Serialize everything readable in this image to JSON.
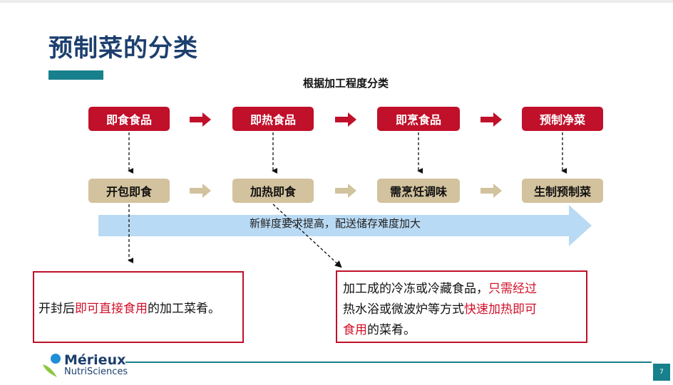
{
  "title": "预制菜的分类",
  "subtitle": "根据加工程度分类",
  "top_row": [
    "即食食品",
    "即热食品",
    "即烹食品",
    "预制净菜"
  ],
  "bottom_row": [
    "开包即食",
    "加热即食",
    "需烹饪调味",
    "生制预制菜"
  ],
  "band_label": "新鲜度要求提高，配送储存难度加大",
  "desc_left": {
    "before": "开封后",
    "highlight": "即可直接食用",
    "after": "的加工菜肴。"
  },
  "desc_right": {
    "part1": "加工成的冷冻或冷藏食品，",
    "hl1": "只需经过",
    "part2": "热水浴或微波炉等方式",
    "hl2": "快速加热即可",
    "hl3": "食用",
    "part3": "的菜肴。"
  },
  "logo": {
    "name": "Mérieux",
    "sub": "NutriSciences"
  },
  "page_number": "7",
  "colors": {
    "red": "#c0102a",
    "tan": "#d2c29d",
    "navy": "#1c3f6e",
    "teal": "#17808c",
    "band": "#b9daf4"
  }
}
